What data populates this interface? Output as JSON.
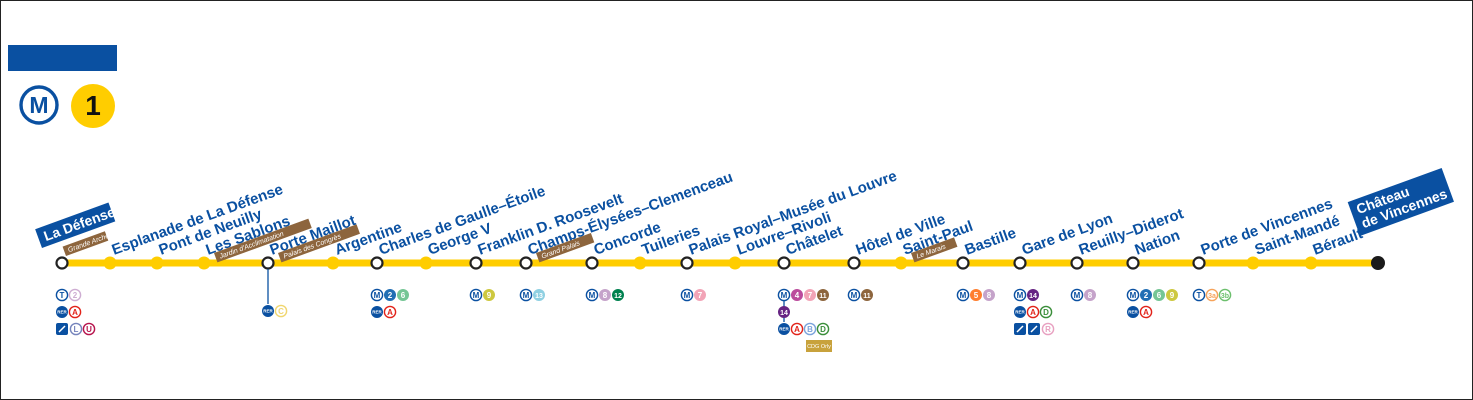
{
  "header": {
    "network_badge": "M",
    "line_number": "1",
    "line_color": "#FFCD00",
    "brand_color": "#0A50A1"
  },
  "colors": {
    "line": "#FFCD00",
    "label": "#0A50A1",
    "brown_tag": "#8D653D",
    "terminus_box": "#0A50A1"
  },
  "stations": [
    {
      "name": "La Défense",
      "tag": "Grande Arche",
      "terminus": true,
      "kind": "hollow",
      "rows": [
        [
          [
            "T",
            "#0A50A1",
            "outline"
          ],
          [
            "2",
            "#CEADD2",
            "outline"
          ]
        ],
        [
          [
            "RER",
            "#0A50A1",
            "rer"
          ],
          [
            "A",
            "#E2231A",
            "outline"
          ]
        ],
        [
          [
            "train",
            "#0A50A1",
            "icon"
          ],
          [
            "L",
            "#7584BC",
            "outline"
          ],
          [
            "U",
            "#B6134C",
            "outline"
          ]
        ]
      ]
    },
    {
      "name": "Esplanade de La Défense",
      "tag": "",
      "kind": "dot",
      "rows": []
    },
    {
      "name": "Pont de Neuilly",
      "tag": "",
      "kind": "dot",
      "rows": []
    },
    {
      "name": "Les Sablons",
      "tag": "Jardin d'Acclimatation",
      "kind": "dot",
      "rows": []
    },
    {
      "name": "Porte Maillot",
      "tag": "Palais des Congrès",
      "kind": "hollow",
      "rows": [
        [
          [
            "RER",
            "#0A50A1",
            "rer"
          ],
          [
            "C",
            "#F0D66F",
            "outline"
          ]
        ]
      ]
    },
    {
      "name": "Argentine",
      "tag": "",
      "kind": "dot",
      "rows": []
    },
    {
      "name": "Charles de Gaulle–Étoile",
      "tag": "",
      "kind": "hollow",
      "rows": [
        [
          [
            "M",
            "#0A50A1",
            "outline"
          ],
          [
            "2",
            "#216EB4",
            "filled"
          ],
          [
            "6",
            "#75C695",
            "filled"
          ]
        ],
        [
          [
            "RER",
            "#0A50A1",
            "rer"
          ],
          [
            "A",
            "#E2231A",
            "outline"
          ]
        ]
      ]
    },
    {
      "name": "George V",
      "tag": "",
      "kind": "dot",
      "rows": []
    },
    {
      "name": "Franklin D. Roosevelt",
      "tag": "",
      "kind": "hollow",
      "rows": [
        [
          [
            "M",
            "#0A50A1",
            "outline"
          ],
          [
            "9",
            "#CDC83F",
            "filled"
          ]
        ]
      ]
    },
    {
      "name": "Champs-Élysées–Clemenceau",
      "tag": "Grand Palais",
      "kind": "hollow",
      "rows": [
        [
          [
            "M",
            "#0A50A1",
            "outline"
          ],
          [
            "13",
            "#8FD0E2",
            "filled"
          ]
        ]
      ]
    },
    {
      "name": "Concorde",
      "tag": "",
      "kind": "hollow",
      "rows": [
        [
          [
            "M",
            "#0A50A1",
            "outline"
          ],
          [
            "8",
            "#C5A3CA",
            "filled"
          ],
          [
            "12",
            "#00814F",
            "filled"
          ]
        ]
      ]
    },
    {
      "name": "Tuileries",
      "tag": "",
      "kind": "dot",
      "rows": []
    },
    {
      "name": "Palais Royal–Musée du Louvre",
      "tag": "",
      "kind": "hollow",
      "rows": [
        [
          [
            "M",
            "#0A50A1",
            "outline"
          ],
          [
            "7",
            "#F2A4B7",
            "filled"
          ]
        ]
      ]
    },
    {
      "name": "Louvre–Rivoli",
      "tag": "",
      "kind": "dot",
      "rows": []
    },
    {
      "name": "Châtelet",
      "tag": "",
      "kind": "hollow",
      "rows": [
        [
          [
            "M",
            "#0A50A1",
            "outline"
          ],
          [
            "4",
            "#BB4B9C",
            "filled"
          ],
          [
            "7",
            "#F2A4B7",
            "filled"
          ],
          [
            "11",
            "#8D653D",
            "filled"
          ]
        ],
        [
          [
            "14",
            "#662483",
            "filled"
          ]
        ],
        [
          [
            "RER",
            "#0A50A1",
            "rer"
          ],
          [
            "A",
            "#E2231A",
            "outline"
          ],
          [
            "B",
            "#7BA3DC",
            "outline"
          ],
          [
            "D",
            "#3A8E3A",
            "outline"
          ]
        ],
        [
          [
            "CDG Orly",
            "#8D653D",
            "airport"
          ]
        ]
      ]
    },
    {
      "name": "Hôtel de Ville",
      "tag": "",
      "kind": "hollow",
      "rows": [
        [
          [
            "M",
            "#0A50A1",
            "outline"
          ],
          [
            "11",
            "#8D653D",
            "filled"
          ]
        ]
      ]
    },
    {
      "name": "Saint-Paul",
      "tag": "Le Marais",
      "kind": "dot",
      "rows": []
    },
    {
      "name": "Bastille",
      "tag": "",
      "kind": "hollow",
      "rows": [
        [
          [
            "M",
            "#0A50A1",
            "outline"
          ],
          [
            "5",
            "#FF7E2E",
            "filled"
          ],
          [
            "8",
            "#C5A3CA",
            "filled"
          ]
        ]
      ]
    },
    {
      "name": "Gare de Lyon",
      "tag": "",
      "kind": "hollow",
      "rows": [
        [
          [
            "M",
            "#0A50A1",
            "outline"
          ],
          [
            "14",
            "#662483",
            "filled"
          ]
        ],
        [
          [
            "RER",
            "#0A50A1",
            "rer"
          ],
          [
            "A",
            "#E2231A",
            "outline"
          ],
          [
            "D",
            "#3A8E3A",
            "outline"
          ]
        ],
        [
          [
            "train",
            "#0A50A1",
            "icon"
          ],
          [
            "train",
            "#0A50A1",
            "icon"
          ],
          [
            "R",
            "#E8A0C0",
            "outline"
          ]
        ]
      ]
    },
    {
      "name": "Reuilly–Diderot",
      "tag": "",
      "kind": "hollow",
      "rows": [
        [
          [
            "M",
            "#0A50A1",
            "outline"
          ],
          [
            "8",
            "#C5A3CA",
            "filled"
          ]
        ]
      ]
    },
    {
      "name": "Nation",
      "tag": "",
      "kind": "hollow",
      "rows": [
        [
          [
            "M",
            "#0A50A1",
            "outline"
          ],
          [
            "2",
            "#216EB4",
            "filled"
          ],
          [
            "6",
            "#75C695",
            "filled"
          ],
          [
            "9",
            "#CDC83F",
            "filled"
          ]
        ],
        [
          [
            "RER",
            "#0A50A1",
            "rer"
          ],
          [
            "A",
            "#E2231A",
            "outline"
          ]
        ]
      ]
    },
    {
      "name": "Porte de Vincennes",
      "tag": "",
      "kind": "hollow",
      "rows": [
        [
          [
            "T",
            "#0A50A1",
            "outline"
          ],
          [
            "3a",
            "#F6A35A",
            "outline"
          ],
          [
            "3b",
            "#6CBF6D",
            "outline"
          ]
        ]
      ]
    },
    {
      "name": "Saint-Mandé",
      "tag": "",
      "kind": "dot",
      "rows": []
    },
    {
      "name": "Bérault",
      "tag": "",
      "kind": "dot",
      "rows": []
    },
    {
      "name": "Château de Vincennes",
      "tag": "",
      "terminus": true,
      "kind": "end",
      "rows": []
    }
  ]
}
